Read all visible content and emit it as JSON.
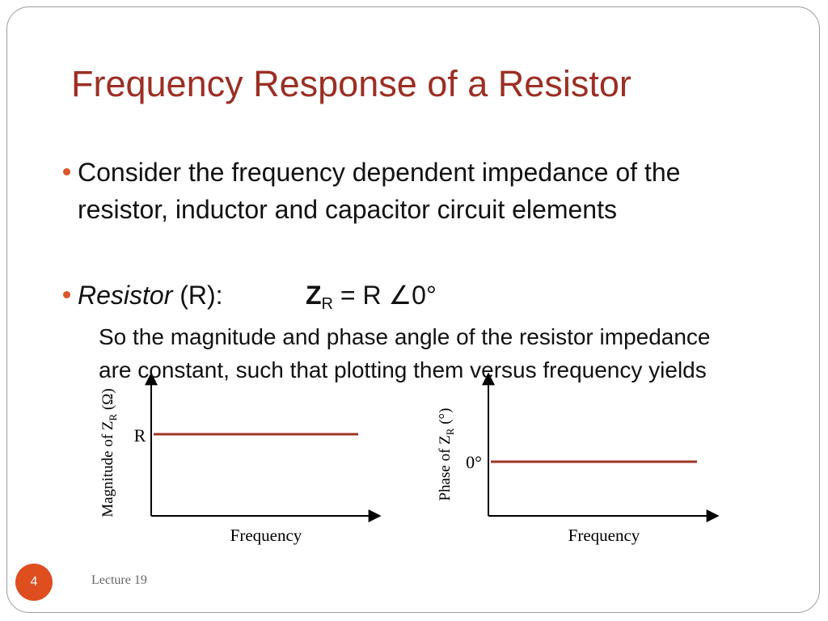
{
  "slide": {
    "title": "Frequency Response of a Resistor",
    "bullets": [
      {
        "text": "Consider the frequency dependent impedance of the resistor, inductor and capacitor circuit elements"
      },
      {
        "italic": "Resistor",
        "label": " (R):",
        "formula_main": "Z",
        "formula_sub": "R",
        "formula_rest": " = R ∠0°"
      }
    ],
    "sub_paragraph": "So the magnitude and phase angle of the resistor impedance are constant, such that plotting them versus frequency yields",
    "slide_number": "4",
    "footer": "Lecture 19"
  },
  "colors": {
    "title": "#9b2f24",
    "accent": "#df4e1f",
    "bullet": "#d9562b",
    "plot_line": "#a0352a"
  },
  "chart_data": [
    {
      "type": "line",
      "xlabel": "Frequency",
      "ylabel_main": "Magnitude of Z",
      "ylabel_sub": "R",
      "ylabel_rest": " (Ω)",
      "level_label": "R",
      "series": [
        {
          "values": [
            "R",
            "R"
          ]
        }
      ]
    },
    {
      "type": "line",
      "xlabel": "Frequency",
      "ylabel_main": "Phase of Z",
      "ylabel_sub": "R",
      "ylabel_rest": " (°)",
      "level_label": "0°",
      "series": [
        {
          "values": [
            0,
            0
          ]
        }
      ]
    }
  ]
}
